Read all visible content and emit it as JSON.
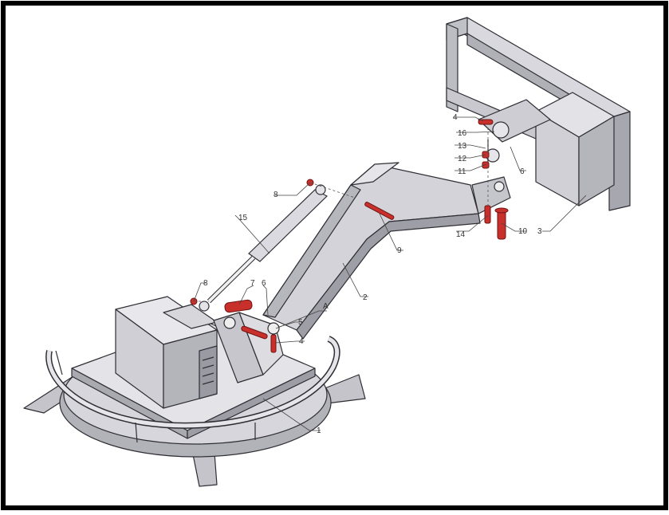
{
  "diagram": {
    "callouts": {
      "c1": "1",
      "c2": "2",
      "c3": "3",
      "c4a": "4",
      "c4b": "4",
      "c5": "5",
      "c6a": "6",
      "c6b": "6",
      "c7": "7",
      "c8a": "8",
      "c8b": "8",
      "c9": "9",
      "c10": "10",
      "c11": "11",
      "c12": "12",
      "c13": "13",
      "c14": "14",
      "c15": "15",
      "c16": "16",
      "cA": "A"
    }
  },
  "colors": {
    "frame": "#000000",
    "steel_light": "#d9d9de",
    "steel_mid": "#b9b9c0",
    "steel_dark": "#8f8f98",
    "pin_red": "#c9302c",
    "outline": "#2e2e34"
  }
}
